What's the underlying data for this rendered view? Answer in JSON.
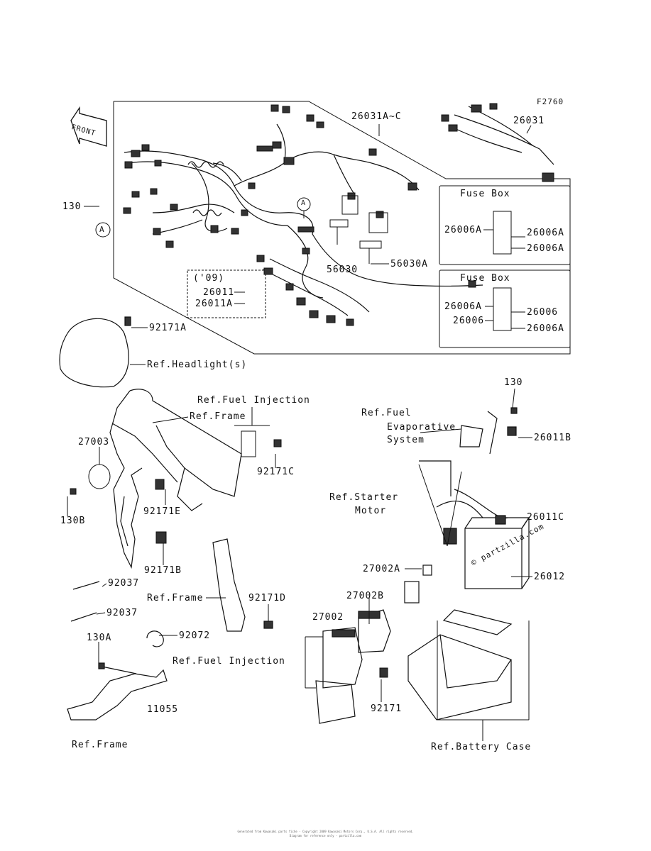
{
  "figure_code": "F2760",
  "front_arrow": "FRONT",
  "view_markers": {
    "a1": "A",
    "a2": "A"
  },
  "fuse_box_1": {
    "title": "Fuse Box",
    "left": "26006A",
    "right_top": "26006A",
    "right_bottom": "26006A"
  },
  "fuse_box_2": {
    "title": "Fuse Box",
    "left_top": "26006A",
    "left_bottom": "26006",
    "right_top": "26006",
    "right_bottom": "26006A"
  },
  "year_box": {
    "year": "('09)",
    "part1": "26011",
    "part2": "26011A"
  },
  "parts": {
    "p26031A": "26031A~C",
    "p26031": "26031",
    "p130_top": "130",
    "p56030": "56030",
    "p56030A": "56030A",
    "p92171A": "92171A",
    "p27003": "27003",
    "p130B": "130B",
    "p92171E": "92171E",
    "p92171C": "92171C",
    "p92171B": "92171B",
    "p92037a": "92037",
    "p92037b": "92037",
    "p92171D": "92171D",
    "p92072": "92072",
    "p130A": "130A",
    "p11055": "11055",
    "p130_right": "130",
    "p26011B": "26011B",
    "p26011C": "26011C",
    "p27002A": "27002A",
    "p27002B": "27002B",
    "p27002": "27002",
    "p26012": "26012",
    "p92171": "92171"
  },
  "refs": {
    "headlight": "Ref.Headlight(s)",
    "fuel_injection_top": "Ref.Fuel Injection",
    "frame_top": "Ref.Frame",
    "fuel_evap_1": "Ref.Fuel",
    "fuel_evap_2": "Evaporative",
    "fuel_evap_3": "System",
    "starter_1": "Ref.Starter",
    "starter_2": "Motor",
    "frame_mid": "Ref.Frame",
    "fuel_injection_bottom": "Ref.Fuel Injection",
    "frame_bottom": "Ref.Frame",
    "battery_case": "Ref.Battery Case"
  },
  "watermark": "© partzilla.com",
  "footer": {
    "line1": "Generated from Kawasaki parts fiche - Copyright 2009 Kawasaki Motors Corp., U.S.A. All rights reserved.",
    "line2": "Diagram for reference only - partzilla.com"
  }
}
